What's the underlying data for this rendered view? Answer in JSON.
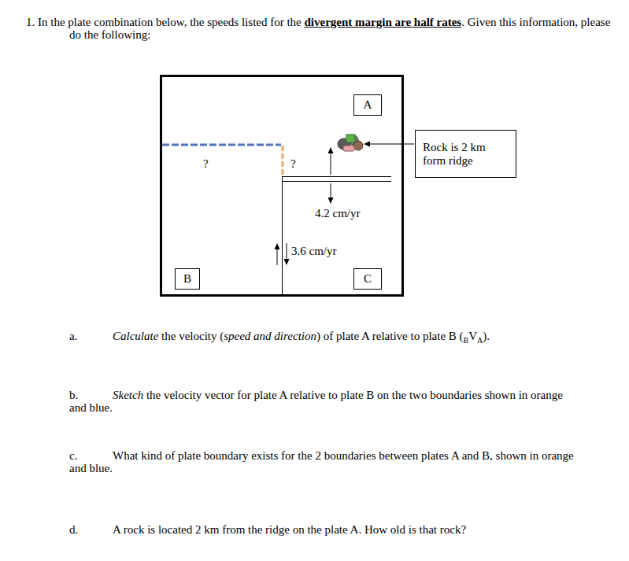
{
  "diagram": {
    "nodes": [
      {
        "text": [
          "A"
        ]
      },
      {
        "text": [
          "Rock is 2 km form ridge"
        ]
      },
      {
        "text": [
          "B"
        ]
      },
      {
        "text": [
          "C"
        ]
      }
    ],
    "labels": [
      "1. In the plate combination below, the speeds listed for the",
      "divergent margin are half rates",
      ". Given this information, please do the following:",
      "?",
      "?",
      "4.2 cm/yr",
      "3.6 cm/yr",
      "a.",
      "Calculate",
      "the velocity (",
      "speed and direction",
      ") of plate A relative to plate B (",
      "B",
      "V",
      "A",
      ").",
      "b.",
      "Sketch",
      "the velocity vector for plate A relative to plate B on the two boundaries shown in orange and blue.",
      "c.",
      "What kind of plate boundary exists for the 2 boundaries between plates A and B, shown in orange and blue.",
      "d.",
      "A rock is located 2 km from the ridge on the plate A. How old is that rock?"
    ]
  }
}
